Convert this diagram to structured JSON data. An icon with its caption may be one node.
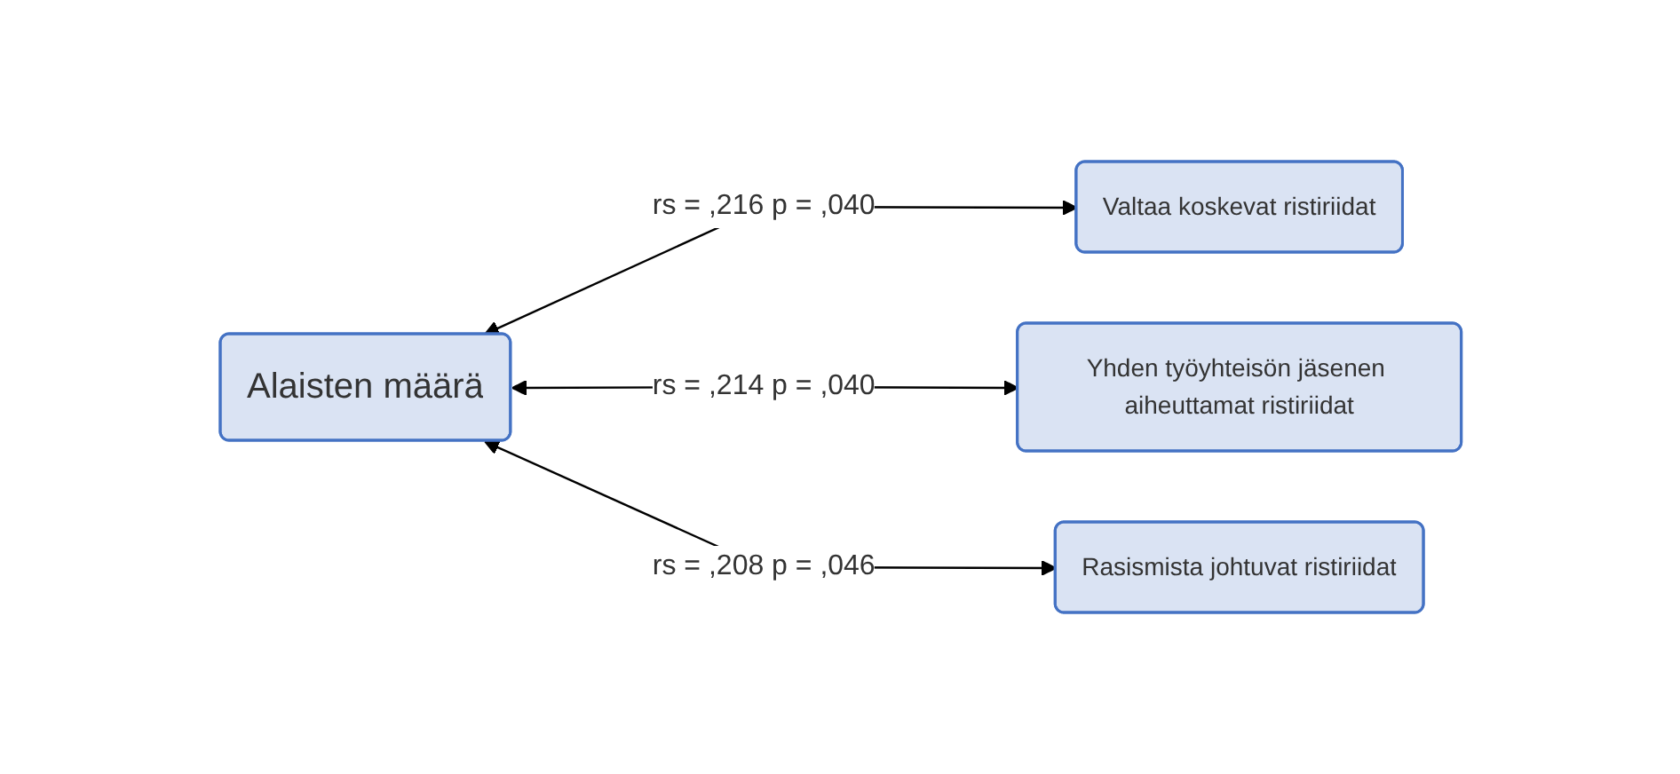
{
  "diagram": {
    "nodes": [
      {
        "text": [
          "Alaisten määrä"
        ]
      },
      {
        "text": [
          "Valtaa koskevat ristiriidat"
        ]
      },
      {
        "text": [
          "Yhden työyhteisön jäsenen aiheuttamat ristiriidat"
        ]
      },
      {
        "text": [
          "Rasismista johtuvat ristiriidat"
        ]
      }
    ],
    "edges": [
      {
        "from": 0,
        "to": 1,
        "arrow": "both",
        "label": "rs = ,216 p = ,040"
      },
      {
        "from": 0,
        "to": 2,
        "arrow": "both",
        "label": "rs = ,214 p = ,040"
      },
      {
        "from": 0,
        "to": 3,
        "arrow": "both",
        "label": "rs = ,208 p = ,046"
      }
    ]
  }
}
